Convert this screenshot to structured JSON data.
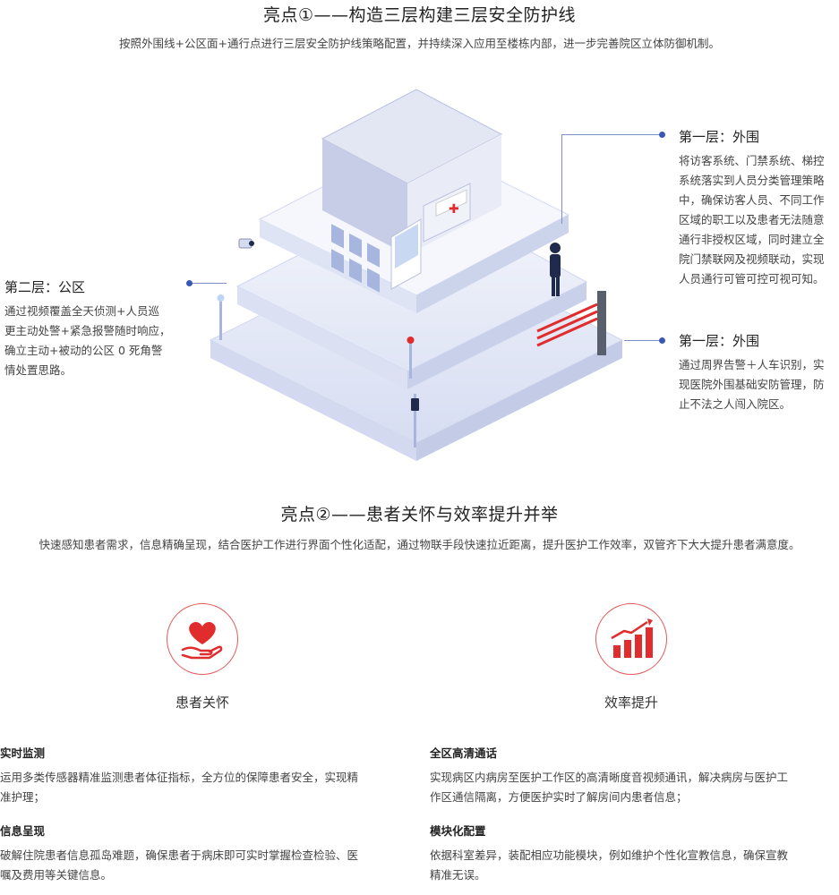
{
  "highlight1": {
    "title": "亮点①——构造三层构建三层安全防护线",
    "subtitle": "按照外围线+公区面+通行点进行三层安全防护线策略配置，并持续深入应用至楼栋内部，进一步完善院区立体防御机制。"
  },
  "callouts": {
    "layer1_top": {
      "title": "第一层：外围",
      "desc": [
        "将访客系统、门禁系统、梯控",
        "系统落实到人员分类管理策略",
        "中，确保访客人员、不同工作",
        "区域的职工以及患者无法随意",
        "通行非授权区域，同时建立全",
        "院门禁联网及视频联动，实现",
        "人员通行可管可控可视可知。"
      ]
    },
    "layer2": {
      "title": "第二层：公区",
      "desc": [
        "通过视频覆盖全天侦测+人员巡",
        "更主动处警+紧急报警随时响应，",
        "确立主动+被动的公区 0 死角警",
        "情处置思路。"
      ]
    },
    "layer1_bottom": {
      "title": "第一层：外围",
      "desc": [
        "通过周界告警＋人车识别，实",
        "现医院外围基础安防管理，防",
        "止不法之人闯入院区。"
      ]
    },
    "hospital_cross": "✚"
  },
  "highlight2": {
    "title": "亮点②——患者关怀与效率提升并举",
    "subtitle": "快速感知患者需求，信息精确呈现，结合医护工作进行界面个性化适配，通过物联手段快速拉近距离，提升医护工作效率，双管齐下大大提升患者满意度。"
  },
  "features": {
    "care": {
      "label": "患者关怀",
      "icon": "heart-hand-icon"
    },
    "efficiency": {
      "label": "效率提升",
      "icon": "bar-chart-up-icon"
    }
  },
  "items": {
    "monitor": {
      "title": "实时监测",
      "desc": [
        "运用多类传感器精准监测患者体征指标，全方位的保障患者安全，实现精",
        "准护理；"
      ]
    },
    "video": {
      "title": "全区高清通话",
      "desc": [
        "实现病区内病房至医护工作区的高清晰度音视频通讯，解决病房与医护工",
        "作区通信隔离，方便医护实时了解房间内患者信息；"
      ]
    },
    "info": {
      "title": "信息呈现",
      "desc": [
        "破解住院患者信息孤岛难题，确保患者于病床即可实时掌握检查检验、医",
        "嘱及费用等关键信息。"
      ]
    },
    "module": {
      "title": "模块化配置",
      "desc": [
        "依据科室差异，装配相应功能模块，例如维护个性化宣教信息，确保宣教",
        "精准无误。"
      ]
    }
  },
  "colors": {
    "accent": "#e02c2c",
    "line": "#7c8fc7",
    "dot": "#3b57b5"
  }
}
